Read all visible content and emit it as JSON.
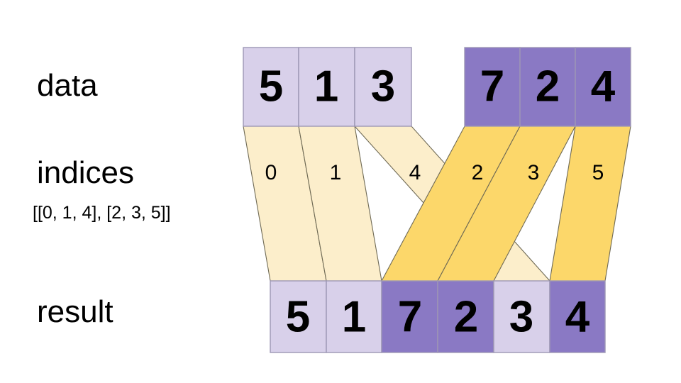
{
  "diagram": {
    "title_rows": {
      "data_label": "data",
      "indices_label": "indices",
      "result_label": "result"
    },
    "indices_expression": "[[0, 1, 4], [2, 3, 5]]",
    "colors": {
      "light_purple": "#d8d0ea",
      "dark_purple": "#8a79c4",
      "light_ribbon": "#fceecb",
      "dark_ribbon": "#fcd76a",
      "cell_border": "#9d97b5",
      "ribbon_border": "#6f6a55",
      "background": "#ffffff",
      "text": "#000000"
    },
    "data_row": {
      "groups": [
        {
          "group_name": "light-group",
          "color_key": "light_purple",
          "cells": [
            {
              "value": "5",
              "index": "0"
            },
            {
              "value": "1",
              "index": "1"
            },
            {
              "value": "3",
              "index": "4"
            }
          ]
        },
        {
          "group_name": "dark-group",
          "color_key": "dark_purple",
          "cells": [
            {
              "value": "7",
              "index": "2"
            },
            {
              "value": "2",
              "index": "3"
            },
            {
              "value": "4",
              "index": "5"
            }
          ]
        }
      ]
    },
    "indices_row": {
      "labels": [
        "0",
        "1",
        "4",
        "2",
        "3",
        "5"
      ],
      "ribbon_shades": [
        "light",
        "light",
        "light",
        "dark",
        "dark",
        "dark"
      ]
    },
    "result_row": {
      "cells": [
        {
          "value": "5",
          "shade": "light"
        },
        {
          "value": "1",
          "shade": "light"
        },
        {
          "value": "7",
          "shade": "dark"
        },
        {
          "value": "2",
          "shade": "dark"
        },
        {
          "value": "3",
          "shade": "light"
        },
        {
          "value": "4",
          "shade": "dark"
        }
      ]
    }
  }
}
